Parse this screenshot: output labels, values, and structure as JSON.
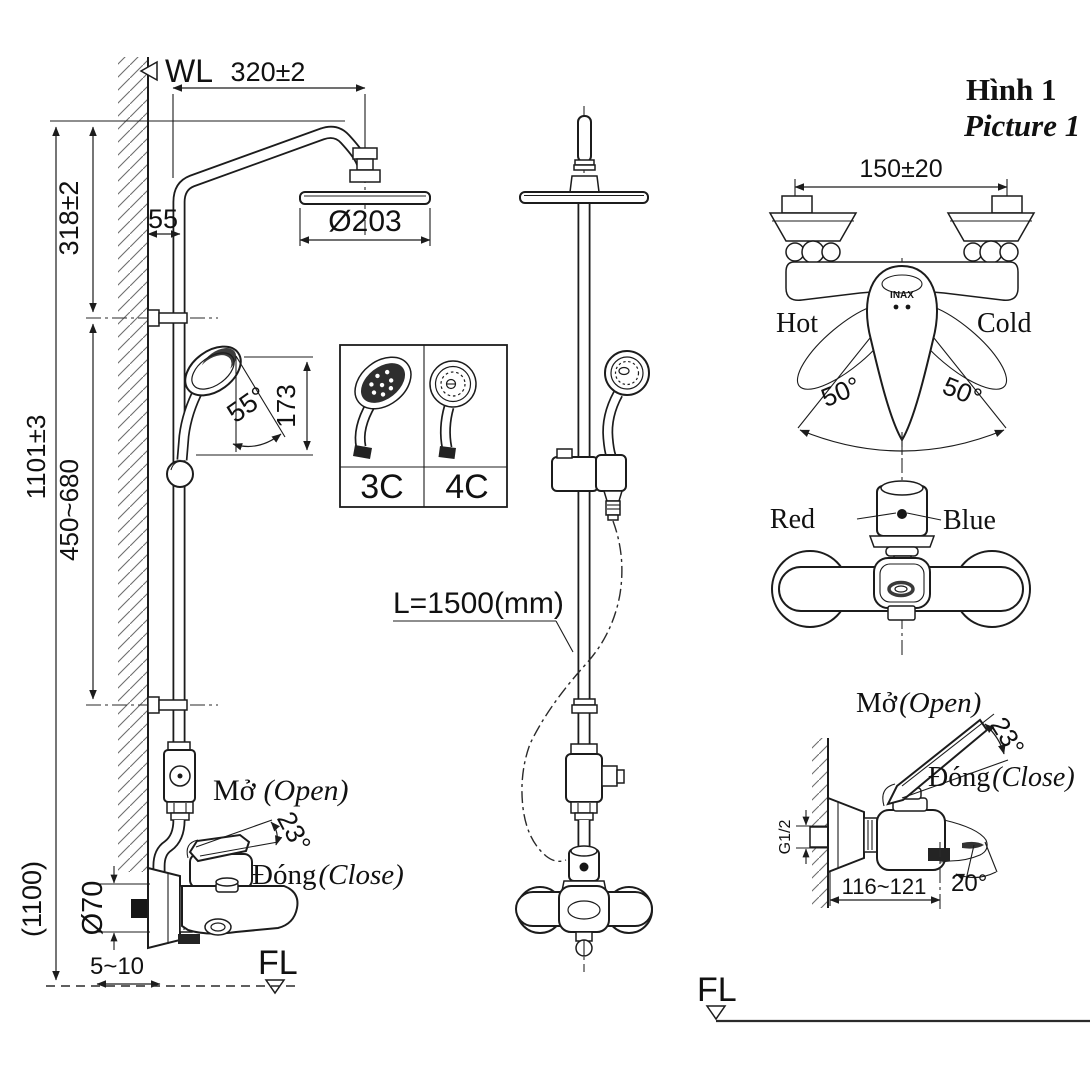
{
  "figure": {
    "title_vi": "Hình 1",
    "title_en": "Picture 1"
  },
  "installation_view": {
    "wall_line": "WL",
    "floor_line": "FL",
    "dim_arm_reach": "320±2",
    "dim_arm_drop": "318±2",
    "dim_pipe_offset": "55",
    "dim_head_diameter": "Ø203",
    "dim_total_height": "1101±3",
    "dim_slider_range": "450~680",
    "dim_handshower_height": "173",
    "handshower_angle": "55°",
    "dim_faucet_height": "(1100)",
    "dim_flange_diameter": "Ø70",
    "dim_wall_clearance": "5~10",
    "handle_angle": "23°",
    "open_vi": "Mở",
    "open_en": "(Open)",
    "close_vi": "Đóng",
    "close_en": "(Close)"
  },
  "front_view": {
    "hose_length": "L=1500(mm)",
    "floor_line": "FL"
  },
  "handshower_variants": {
    "left_code": "3C",
    "right_code": "4C"
  },
  "faucet_top_view": {
    "dim_inlet_spacing": "150±20",
    "hot": "Hot",
    "cold": "Cold",
    "swing_left": "50°",
    "swing_right": "50°",
    "brand": "INAX"
  },
  "faucet_front_view": {
    "hot_marker": "Red",
    "cold_marker": "Blue"
  },
  "faucet_side_view": {
    "open_vi": "Mở",
    "open_en": "(Open)",
    "close_vi": "Đóng",
    "close_en": "(Close)",
    "handle_angle": "23°",
    "inlet_thread": "G1/2",
    "dim_body_depth": "116~121",
    "spout_angle": "20°"
  }
}
